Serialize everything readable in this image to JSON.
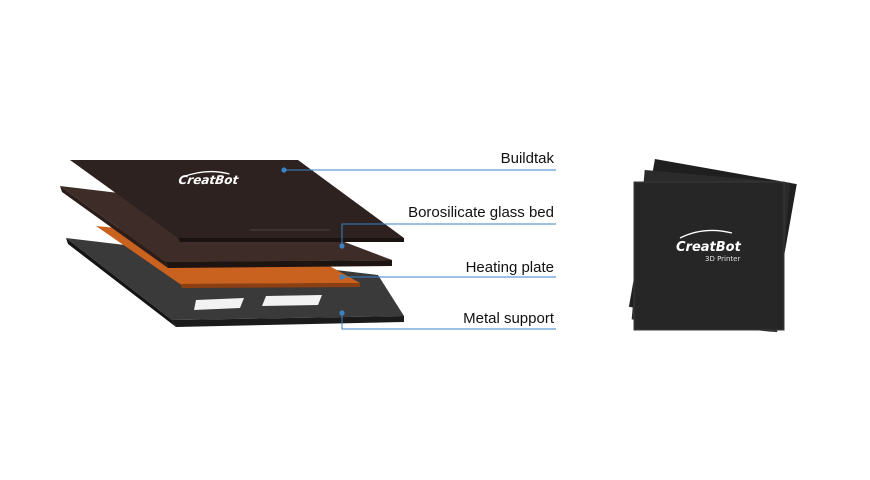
{
  "layers": [
    {
      "label": "Buildtak"
    },
    {
      "label": "Borosilicate glass bed"
    },
    {
      "label": "Heating plate"
    },
    {
      "label": "Metal support"
    }
  ],
  "brand": {
    "logo_text": "CreatBot",
    "product_text": "3D Printer"
  },
  "colors": {
    "leader_line": "#3a83c4",
    "buildtak_top": "#2e2220",
    "glass": "#3e2c28",
    "heating": "#c9611f",
    "metal": "#2a2a2a",
    "sheet": "#272727"
  }
}
